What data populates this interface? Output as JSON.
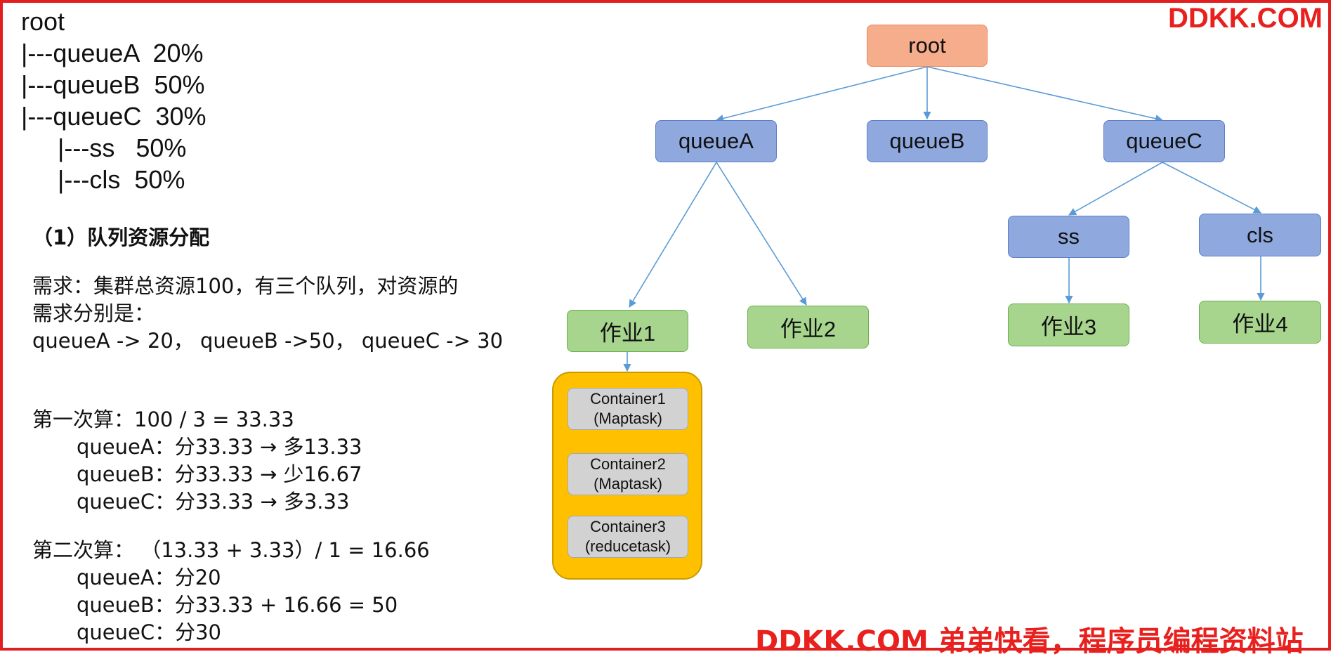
{
  "tree_text": {
    "line1": "root",
    "line2": "|---queueA  20%",
    "line3": "|---queueB  50%",
    "line4": "|---queueC  30%",
    "line5": "|---ss   50%",
    "line6": "|---cls  50%"
  },
  "heading": "（1）队列资源分配",
  "requirement": {
    "line1": "需求：集群总资源100，有三个队列，对资源的",
    "line2": "需求分别是：",
    "line3": "queueA -> 20， queueB ->50， queueC -> 30"
  },
  "calc_first": {
    "title": "第一次算：100 / 3 = 33.33",
    "a": "queueA：分33.33 → 多13.33",
    "b": "queueB：分33.33 → 少16.67",
    "c": "queueC：分33.33 → 多3.33"
  },
  "calc_second": {
    "title": "第二次算： （13.33 + 3.33）/ 1 = 16.66",
    "a": "queueA：分20",
    "b": "queueB：分33.33 + 16.66 = 50",
    "c": "queueC：分30"
  },
  "diagram": {
    "root": "root",
    "queueA": "queueA",
    "queueB": "queueB",
    "queueC": "queueC",
    "ss": "ss",
    "cls": "cls",
    "job1": "作业1",
    "job2": "作业2",
    "job3": "作业3",
    "job4": "作业4",
    "containers": [
      {
        "name": "Container1",
        "task": "(Maptask)"
      },
      {
        "name": "Container2",
        "task": "(Maptask)"
      },
      {
        "name": "Container3",
        "task": "(reducetask)"
      }
    ]
  },
  "watermark": {
    "top": "DDKK.COM",
    "bottom": "DDKK.COM 弟弟快看，程序员编程资料站"
  },
  "colors": {
    "root": "#f6ad8c",
    "queue": "#8fa8de",
    "job": "#a7d58e",
    "container_group": "#ffc000",
    "container": "#d2d2d2",
    "edge": "#5b9bd5",
    "frame": "#e02020",
    "watermark": "#e8201e"
  }
}
